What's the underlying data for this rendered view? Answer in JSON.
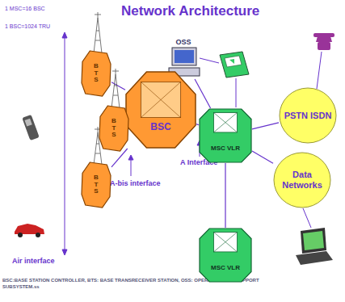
{
  "diagram": {
    "title": "Network Architecture",
    "caption": "BSC:BASE STATION CONTROLLER, BTS: BASE TRANSRECEIVER STATION, OSS: OPERATION AND SUPPORT SUBSYSTEM.ss",
    "nodes": [
      {
        "text": [
          "OSS"
        ]
      },
      {
        "text": [
          "BTS"
        ]
      },
      {
        "text": [
          "BSC"
        ]
      },
      {
        "text": [
          "PSTN ISDN"
        ]
      },
      {
        "text": [
          "BTS"
        ]
      },
      {
        "text": [
          "MSC VLR"
        ]
      },
      {
        "text": [
          "Data Networks"
        ]
      },
      {
        "text": [
          "BTS"
        ]
      },
      {
        "text": [
          "MSC VLR"
        ]
      }
    ],
    "edges": [
      {
        "from": 1,
        "to": 2,
        "arrow": "none"
      },
      {
        "from": 4,
        "to": 2,
        "arrow": "none"
      },
      {
        "from": 7,
        "to": 2,
        "arrow": "none"
      },
      {
        "from": 2,
        "to": 5,
        "arrow": "none"
      },
      {
        "from": 0,
        "to": 2,
        "arrow": "none"
      },
      {
        "from": 0,
        "to": 5,
        "arrow": "none"
      },
      {
        "from": 5,
        "to": 3,
        "arrow": "none"
      },
      {
        "from": 5,
        "to": 6,
        "arrow": "none"
      },
      {
        "from": 5,
        "to": 8,
        "arrow": "none"
      }
    ],
    "labels": [
      "1 MSC=16 BSC",
      "1 BSC=1024 TRU",
      "A-bis interface",
      "A Interface",
      "Air interface"
    ]
  }
}
